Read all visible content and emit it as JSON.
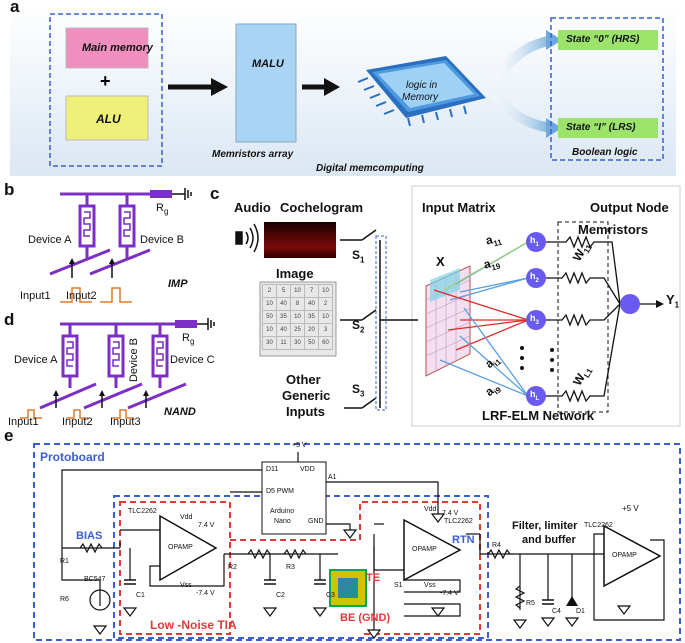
{
  "panel_a": {
    "label": "a",
    "main_memory": "Main memory",
    "plus": "+",
    "alu": "ALU",
    "malu": "MALU",
    "memristors_array": "Memristors array",
    "logic_in": "logic in",
    "memory": "Memory",
    "state0": "State “0” (HRS)",
    "state1": "State “I” (LRS)",
    "boolean_logic": "Boolean logic",
    "digital_memcomputing": "Digital memcomputing"
  },
  "panel_b": {
    "label": "b",
    "rg": "R",
    "rg_sub": "g",
    "device_a": "Device A",
    "device_b": "Device B",
    "input1": "Input1",
    "input2": "Input2",
    "imp": "IMP"
  },
  "panel_d": {
    "label": "d",
    "rg": "R",
    "rg_sub": "g",
    "device_a": "Device A",
    "device_b": "Device B",
    "device_c": "Device C",
    "input1": "Input1",
    "input2": "Input2",
    "input3": "Input3",
    "nand": "NAND"
  },
  "panel_c": {
    "label": "c",
    "audio": "Audio",
    "cochelogram": "Cochelogram",
    "image": "Image",
    "other": "Other",
    "generic": "Generic",
    "inputs": "Inputs",
    "s1": "S",
    "s1_sub": "1",
    "s2": "S",
    "s2_sub": "2",
    "s3": "S",
    "s3_sub": "3",
    "x": "X",
    "input_matrix": "Input Matrix",
    "output_node": "Output Node",
    "memristors": "Memristors",
    "h1": "h",
    "h1_sub": "1",
    "h2": "h",
    "h2_sub": "2",
    "h3": "h",
    "h3_sub": "3",
    "hl": "h",
    "hl_sub": "L",
    "a11": "a",
    "a11_sub": "11",
    "a19": "a",
    "a19_sub": "19",
    "ai1": "a",
    "ai1_sub": "i1",
    "ai9": "a",
    "ai9_sub": "i9",
    "w11": "W",
    "w11_sub": "11",
    "wl1": "W",
    "wl1_sub": "L1",
    "y1": "Y",
    "y1_sub": "1",
    "network": "LRF-ELM Network",
    "matrix": [
      [
        "2",
        "5",
        "10",
        "7",
        "10"
      ],
      [
        "10",
        "40",
        "8",
        "40",
        "2"
      ],
      [
        "50",
        "35",
        "10",
        "35",
        "10"
      ],
      [
        "10",
        "40",
        "25",
        "20",
        "3"
      ],
      [
        "30",
        "11",
        "30",
        "50",
        "60"
      ]
    ]
  },
  "panel_e": {
    "label": "e",
    "protoboard": "Protoboard",
    "plus5v_top": "+5 V",
    "d11": "D11",
    "vdd": "VDD",
    "d5pwm": "D5  PWM",
    "a1": "A1",
    "arduino": "Arduino",
    "nano": "Nano",
    "gnd": "GND",
    "bias": "BIAS",
    "r1": "R1",
    "r6": "R6",
    "bc547": "BC547",
    "tlc_1": "TLC2262",
    "vdd74_1": "Vdd",
    "v74_1": "7.4 V",
    "opamp_1": "OPAMP",
    "vss_1": "Vss",
    "vm74_1": "-7.4 V",
    "r2": "R2",
    "r3": "R3",
    "c1": "C1",
    "c2": "C2",
    "c3": "C3",
    "tia": "Low -Noise TIA",
    "te": "TE",
    "be": "BE (GND)",
    "tlc_2": "TLC2262",
    "vdd_2": "Vdd",
    "v74_2": "7.4 V",
    "opamp_2": "OPAMP",
    "vss_2": "Vss",
    "vm74_2": "-7.4 V",
    "rtn": "RTN",
    "s1": "S1",
    "r4": "R4",
    "filter": "Filter, limiter",
    "and_buffer": "and buffer",
    "r5": "R5",
    "c4": "C4",
    "d1": "D1",
    "tlc_3": "TLC2262",
    "plus5v": "+5 V",
    "opamp_3": "OPAMP"
  },
  "colors": {
    "dashed_blue": "#3a5fd0",
    "dashed_red": "#e03a3a",
    "purple": "#7b2fc4",
    "orange": "#e07a2a",
    "node_blue": "#6a5af0",
    "pink": "#f08fbf",
    "yellow": "#eef07a",
    "light_blue": "#a9d4f5",
    "green": "#9be36a"
  }
}
